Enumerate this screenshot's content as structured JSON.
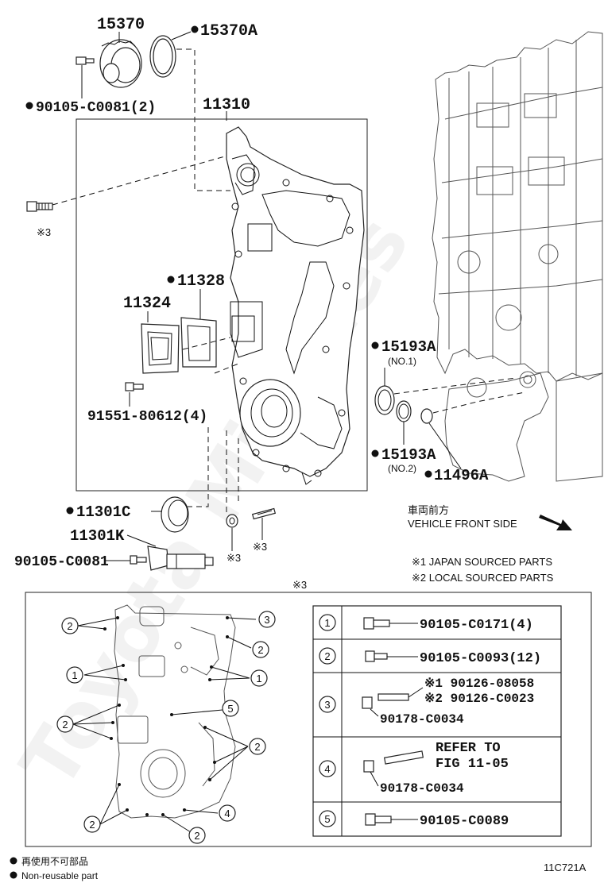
{
  "labels": {
    "p15370": "15370",
    "p15370A": "15370A",
    "p90105_c0081_2": "90105-C0081(2)",
    "p11310": "11310",
    "p11328": "11328",
    "p11324": "11324",
    "p91551": "91551-80612(4)",
    "p15193A_1": "15193A",
    "no1": "(NO.1)",
    "p15193A_2": "15193A",
    "no2": "(NO.2)",
    "p11496A": "11496A",
    "p11301C": "11301C",
    "p11301K": "11301K",
    "p90105_c0081": "90105-C0081",
    "ref3_a": "※3",
    "ref3_b": "※3",
    "ref3_c": "※3",
    "ref3_box": "※3",
    "front_jp": "車両前方",
    "front_en": "VEHICLE FRONT SIDE",
    "note1": "※1 JAPAN SOURCED PARTS",
    "note2": "※2 LOCAL SOURCED PARTS",
    "legend_jp": "再使用不可部品",
    "legend_en": "Non-reusable part",
    "fig_code": "11C721A",
    "watermark": "Toyota Minutes"
  },
  "bolt_table": [
    {
      "num": "1",
      "lines": [
        "90105-C0171(4)"
      ]
    },
    {
      "num": "2",
      "lines": [
        "90105-C0093(12)"
      ]
    },
    {
      "num": "3",
      "lines": [
        "※1 90126-08058",
        "※2 90126-C0023",
        "90178-C0034"
      ]
    },
    {
      "num": "4",
      "lines": [
        "REFER TO",
        "FIG 11-05",
        "90178-C0034"
      ]
    },
    {
      "num": "5",
      "lines": [
        "90105-C0089"
      ]
    }
  ],
  "detail_callouts": [
    "2",
    "3",
    "2",
    "1",
    "1",
    "5",
    "2",
    "2",
    "2",
    "4",
    "2"
  ]
}
